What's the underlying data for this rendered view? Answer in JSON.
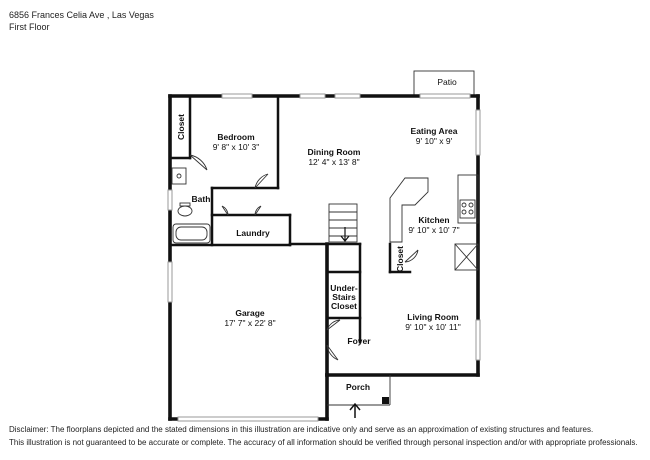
{
  "header": {
    "address": "6856 Frances Celia Ave , Las Vegas",
    "floor": "First Floor"
  },
  "rooms": {
    "patio": {
      "name": "Patio"
    },
    "closet_top": {
      "name": "Closet"
    },
    "bedroom": {
      "name": "Bedroom",
      "dims": "9' 8\" x 10' 3\""
    },
    "dining": {
      "name": "Dining Room",
      "dims": "12' 4\" x 13' 8\""
    },
    "eating": {
      "name": "Eating Area",
      "dims": "9' 10\" x 9'"
    },
    "bath": {
      "name": "Bath"
    },
    "kitchen": {
      "name": "Kitchen",
      "dims": "9' 10\" x 10' 7\""
    },
    "laundry": {
      "name": "Laundry"
    },
    "closet_kitchen": {
      "name": "Closet"
    },
    "under_stairs": {
      "name_line1": "Under-",
      "name_line2": "Stairs",
      "name_line3": "Closet"
    },
    "garage": {
      "name": "Garage",
      "dims": "17' 7\" x 22' 8\""
    },
    "living": {
      "name": "Living Room",
      "dims": "9' 10\" x 10' 11\""
    },
    "foyer": {
      "name": "Foyer"
    },
    "porch": {
      "name": "Porch"
    }
  },
  "disclaimer": {
    "line1": "Disclaimer: The floorplans depicted and the stated dimensions in this illustration are indicative only and serve as an approximation of existing structures and features.",
    "line2": "This illustration is not guaranteed to be accurate or complete. The accuracy of all information should be verified through personal inspection and/or with appropriate professionals."
  }
}
